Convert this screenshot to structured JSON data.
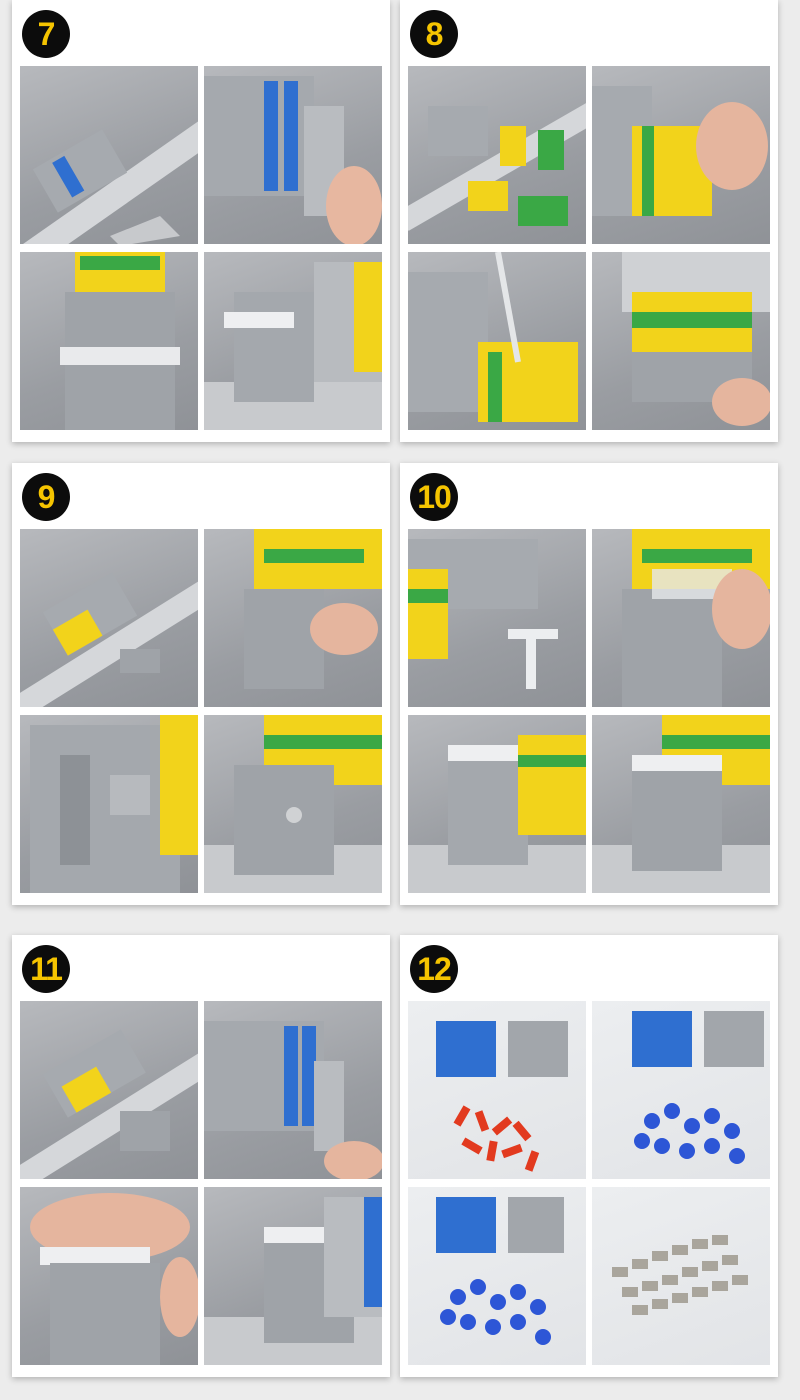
{
  "steps": [
    {
      "number": "7"
    },
    {
      "number": "8"
    },
    {
      "number": "9"
    },
    {
      "number": "10"
    },
    {
      "number": "11"
    },
    {
      "number": "12"
    }
  ],
  "colors": {
    "badge_bg": "#0c0c0c",
    "badge_text": "#f5c400",
    "terminal_grey": "#9fa3a8",
    "terminal_blue": "#2f6fd0",
    "terminal_yellow": "#f2d31b",
    "terminal_green": "#3aa845",
    "ferrule_red": "#e23a1f",
    "lug_blue": "#2d56d6"
  }
}
